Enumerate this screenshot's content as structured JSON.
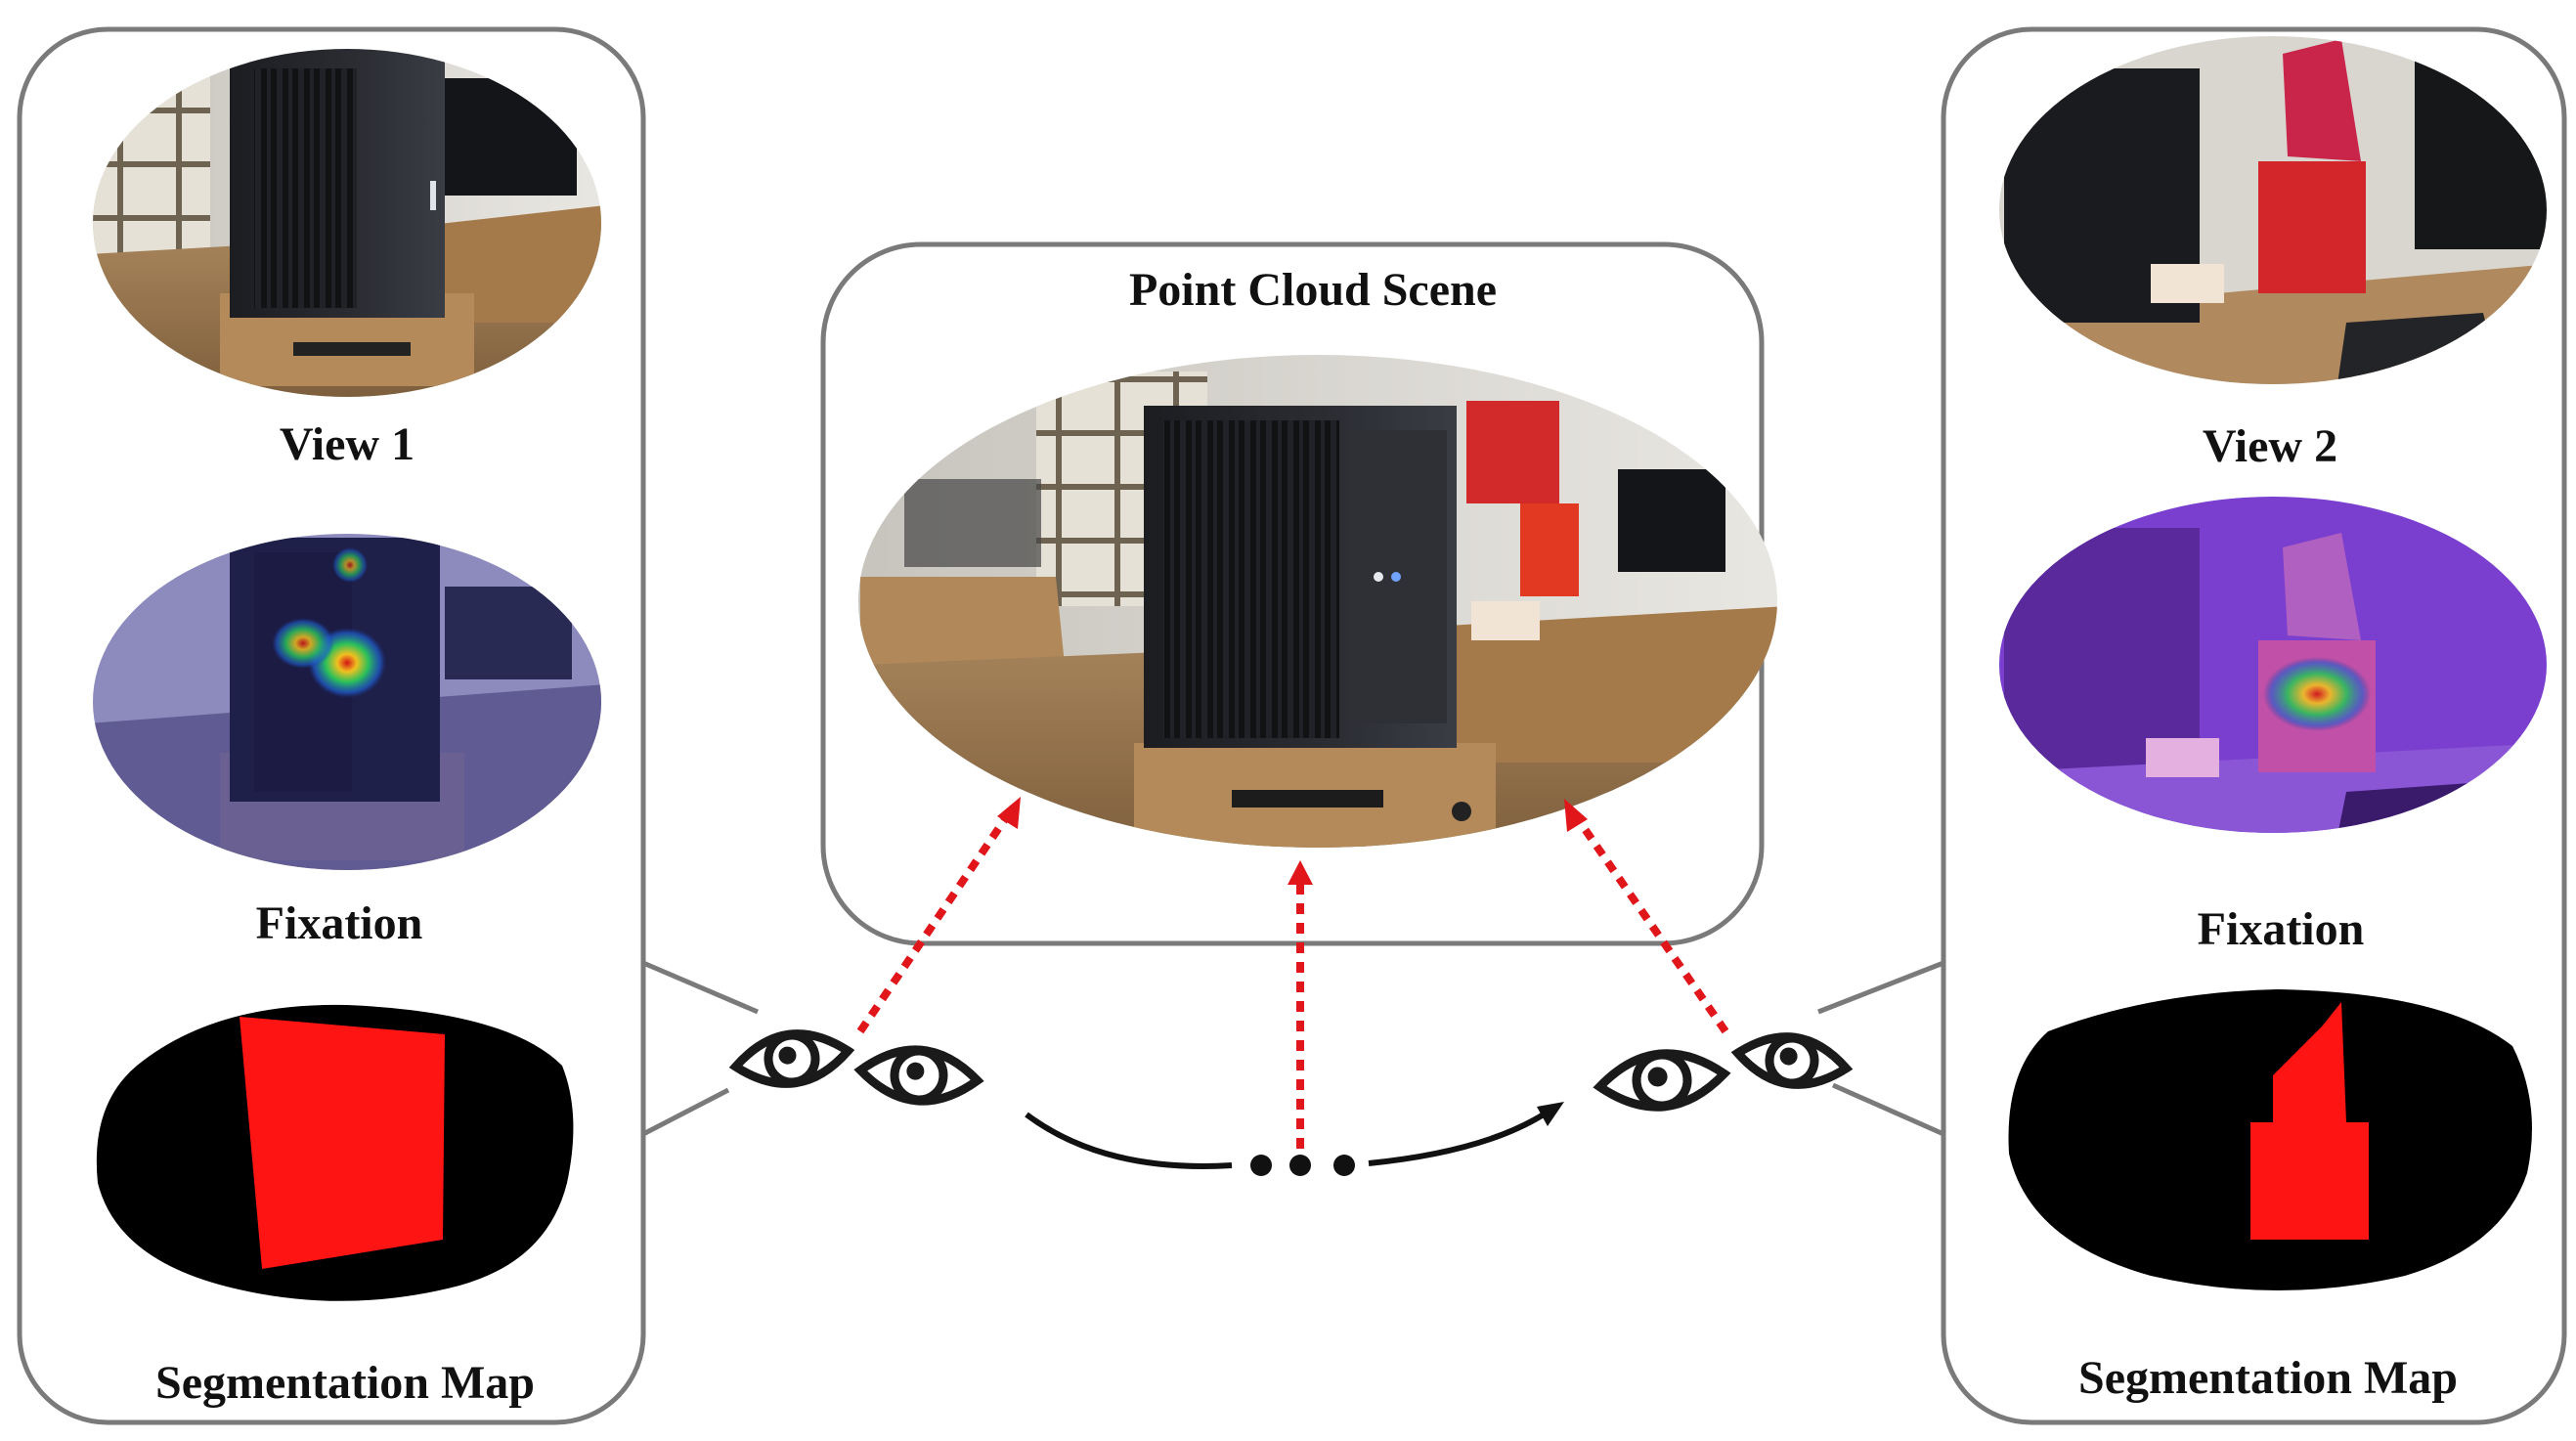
{
  "center_panel": {
    "title": "Point Cloud Scene"
  },
  "left_panel": {
    "view_label": "View 1",
    "fixation_label": "Fixation",
    "segmentation_label": "Segmentation Map"
  },
  "right_panel": {
    "view_label": "View 2",
    "fixation_label": "Fixation",
    "segmentation_label": "Segmentation Map"
  },
  "colors": {
    "panel_border": "#7a7a7a",
    "arrow_red": "#e0161b",
    "segment_red": "#ff1414",
    "fixation_purple": "#6a2fc0",
    "background": "#ffffff"
  },
  "icons": [
    "eye-icon",
    "eye-icon",
    "eye-icon",
    "eye-icon",
    "ellipsis-dots"
  ]
}
